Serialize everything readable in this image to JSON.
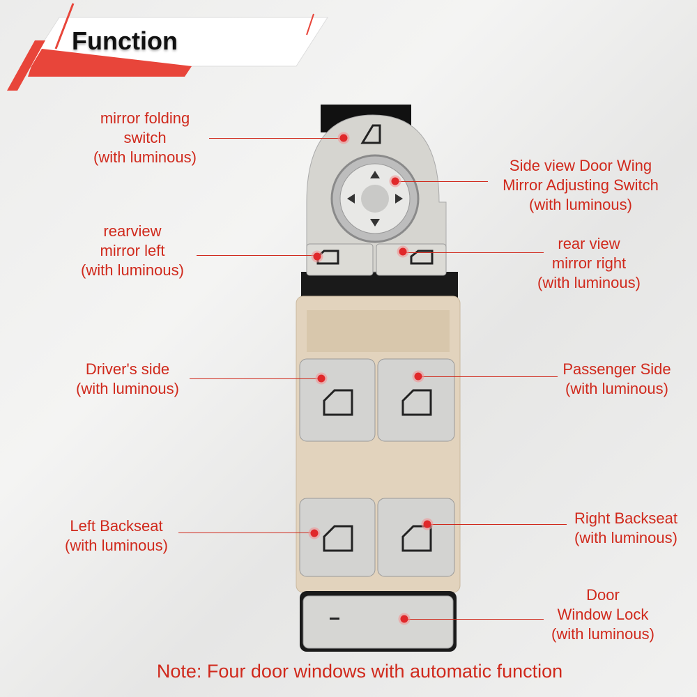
{
  "header": {
    "title": "Function"
  },
  "labels": {
    "mirror_folding": [
      "mirror folding",
      "switch",
      "(with luminous)"
    ],
    "side_view": [
      "Side view Door Wing",
      "Mirror Adjusting Switch",
      "(with luminous)"
    ],
    "mirror_left": [
      "rearview",
      "mirror left",
      "(with luminous)"
    ],
    "mirror_right": [
      "rear view",
      "mirror right",
      "(with luminous)"
    ],
    "driver": [
      "Driver's side",
      "(with luminous)"
    ],
    "passenger": [
      "Passenger Side",
      "(with luminous)"
    ],
    "left_back": [
      "Left Backseat",
      "(with luminous)"
    ],
    "right_back": [
      "Right Backseat",
      "(with luminous)"
    ],
    "lock": [
      "Door",
      "Window Lock",
      "(with luminous)"
    ]
  },
  "note": "Note: Four door windows with automatic function",
  "colors": {
    "accent": "#d0291c",
    "beige": "#e2d3bd",
    "silver": "#d9d9d6"
  }
}
